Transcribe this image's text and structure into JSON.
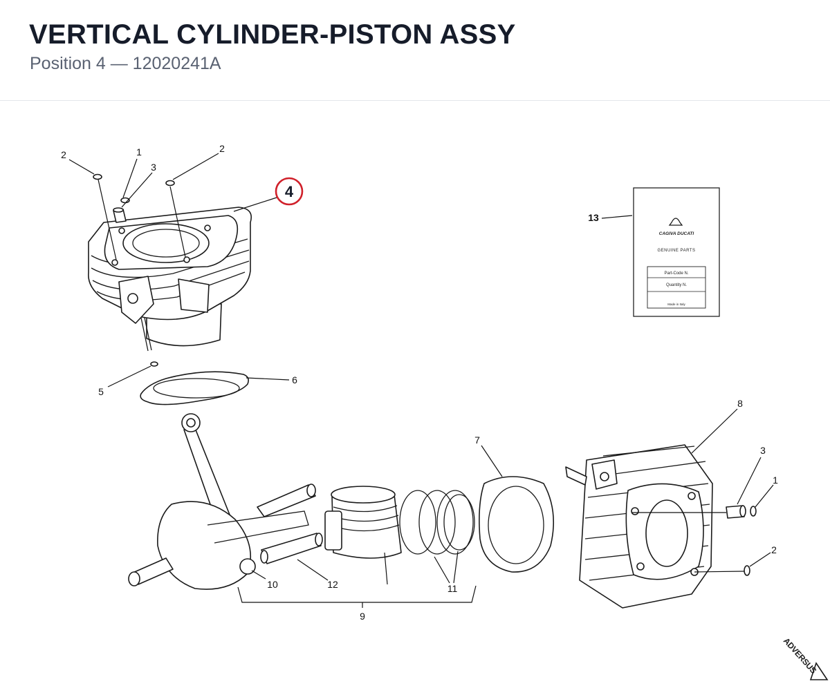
{
  "header": {
    "title": "VERTICAL CYLINDER-PISTON ASSY",
    "subtitle": "Position 4 — 12020241A"
  },
  "highlight": {
    "label": "4",
    "color": "#d0202a"
  },
  "callouts": [
    {
      "id": "c2a",
      "label": "2"
    },
    {
      "id": "c1a",
      "label": "1"
    },
    {
      "id": "c3a",
      "label": "3"
    },
    {
      "id": "c2b",
      "label": "2"
    },
    {
      "id": "c5",
      "label": "5"
    },
    {
      "id": "c6",
      "label": "6"
    },
    {
      "id": "c13",
      "label": "13"
    },
    {
      "id": "c8",
      "label": "8"
    },
    {
      "id": "c7",
      "label": "7"
    },
    {
      "id": "c3b",
      "label": "3"
    },
    {
      "id": "c1b",
      "label": "1"
    },
    {
      "id": "c2c",
      "label": "2"
    },
    {
      "id": "c10",
      "label": "10"
    },
    {
      "id": "c12",
      "label": "12"
    },
    {
      "id": "c11",
      "label": "11"
    },
    {
      "id": "c9",
      "label": "9"
    }
  ],
  "manual": {
    "brand": "CAGIVA DUCATI",
    "heading": "GENUINE PARTS",
    "field1": "Part-Code N.",
    "field2": "Quantity N.",
    "footer": "Made in Italy"
  },
  "watermark": "ADVERSUS"
}
